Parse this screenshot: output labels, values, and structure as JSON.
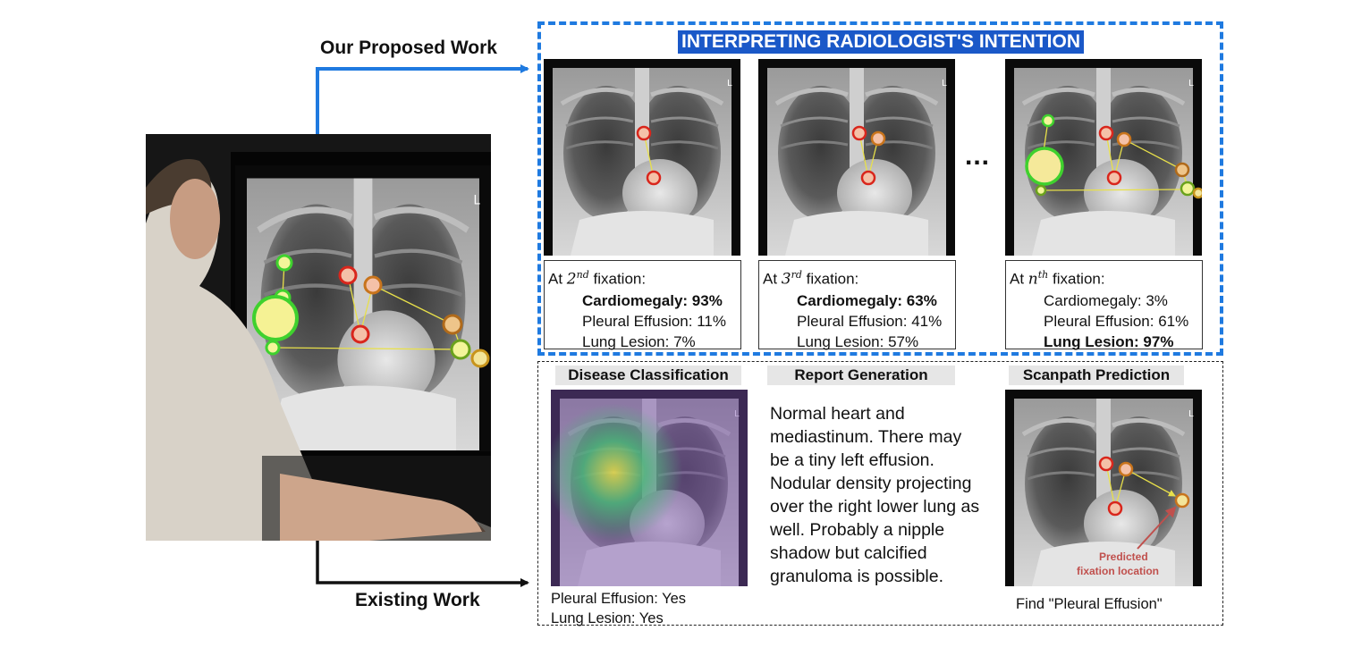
{
  "labels": {
    "proposed": "Our Proposed Work",
    "existing": "Existing Work",
    "banner": "INTERPRETING RADIOLOGIST'S INTENTION",
    "ellipsis": "..."
  },
  "fixations": [
    {
      "prefix": "At ",
      "num": "2",
      "sup": "nd",
      "suffix": " fixation:",
      "items": [
        {
          "text": "Cardiomegaly: 93%",
          "bold": true
        },
        {
          "text": "Pleural Effusion: 11%",
          "bold": false
        },
        {
          "text": "Lung Lesion: 7%",
          "bold": false
        }
      ]
    },
    {
      "prefix": "At ",
      "num": "3",
      "sup": "rd",
      "suffix": " fixation:",
      "items": [
        {
          "text": "Cardiomegaly: 63%",
          "bold": true
        },
        {
          "text": "Pleural Effusion: 41%",
          "bold": false
        },
        {
          "text": "Lung Lesion: 57%",
          "bold": false
        }
      ]
    },
    {
      "prefix": "At ",
      "num": "n",
      "sup": "th",
      "suffix": " fixation:",
      "items": [
        {
          "text": "Cardiomegaly: 3%",
          "bold": false
        },
        {
          "text": "Pleural Effusion: 61%",
          "bold": false
        },
        {
          "text": "Lung Lesion: 97%",
          "bold": true
        }
      ]
    }
  ],
  "tasks": {
    "classification": {
      "title": "Disease Classification",
      "result_1": "Pleural Effusion: Yes",
      "result_2": "Lung Lesion: Yes"
    },
    "report": {
      "title": "Report Generation",
      "lines": [
        "Normal heart and",
        "mediastinum. There may",
        "be a tiny left effusion.",
        "Nodular density projecting",
        "over the right lower lung as",
        "well. Probably a nipple",
        "shadow but calcified",
        "granuloma is possible."
      ]
    },
    "scanpath": {
      "title": "Scanpath Prediction",
      "annotation_1": "Predicted",
      "annotation_2": "fixation location",
      "caption": "Find \"Pleural Effusion\""
    }
  },
  "colors": {
    "blue_accent": "#1f7ae0",
    "banner_bg": "#1a58c8",
    "fixation_red": "#d9261c",
    "fixation_green": "#3fd12e",
    "fixation_orange": "#c8741c",
    "annotation_red": "#c0504d"
  }
}
